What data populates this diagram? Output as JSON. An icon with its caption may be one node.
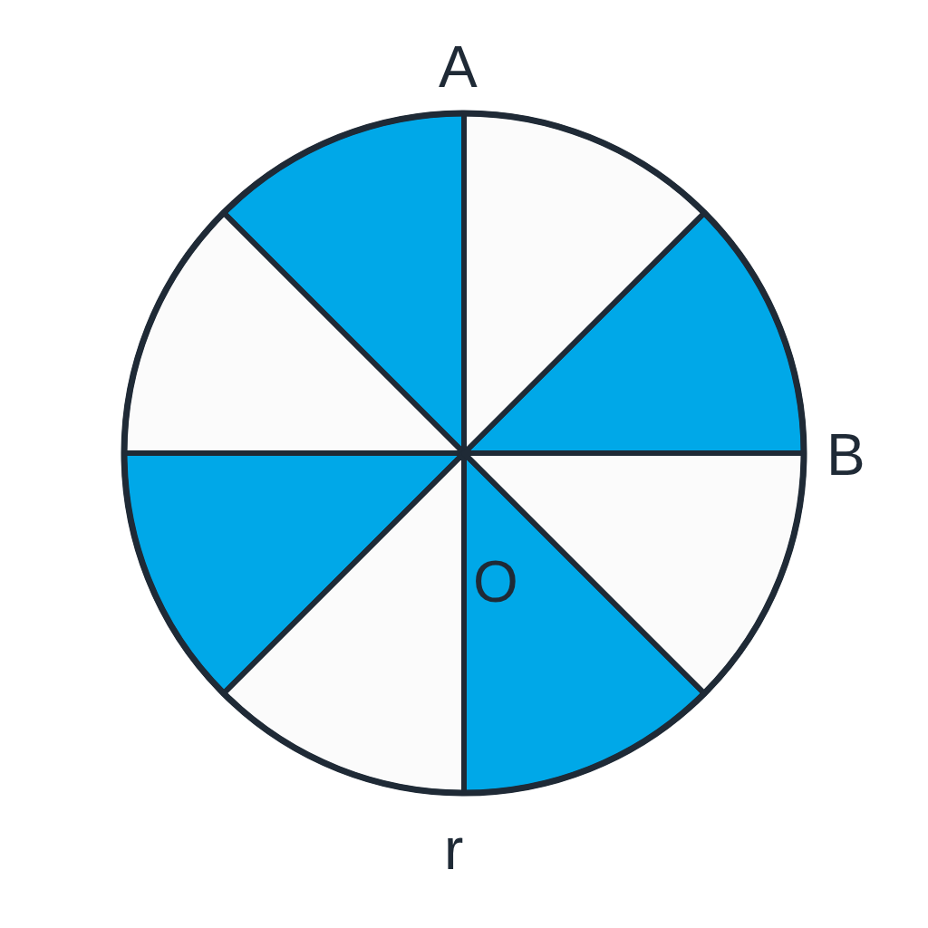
{
  "diagram": {
    "labels": [
      "A",
      "B",
      "O",
      "r"
    ]
  }
}
